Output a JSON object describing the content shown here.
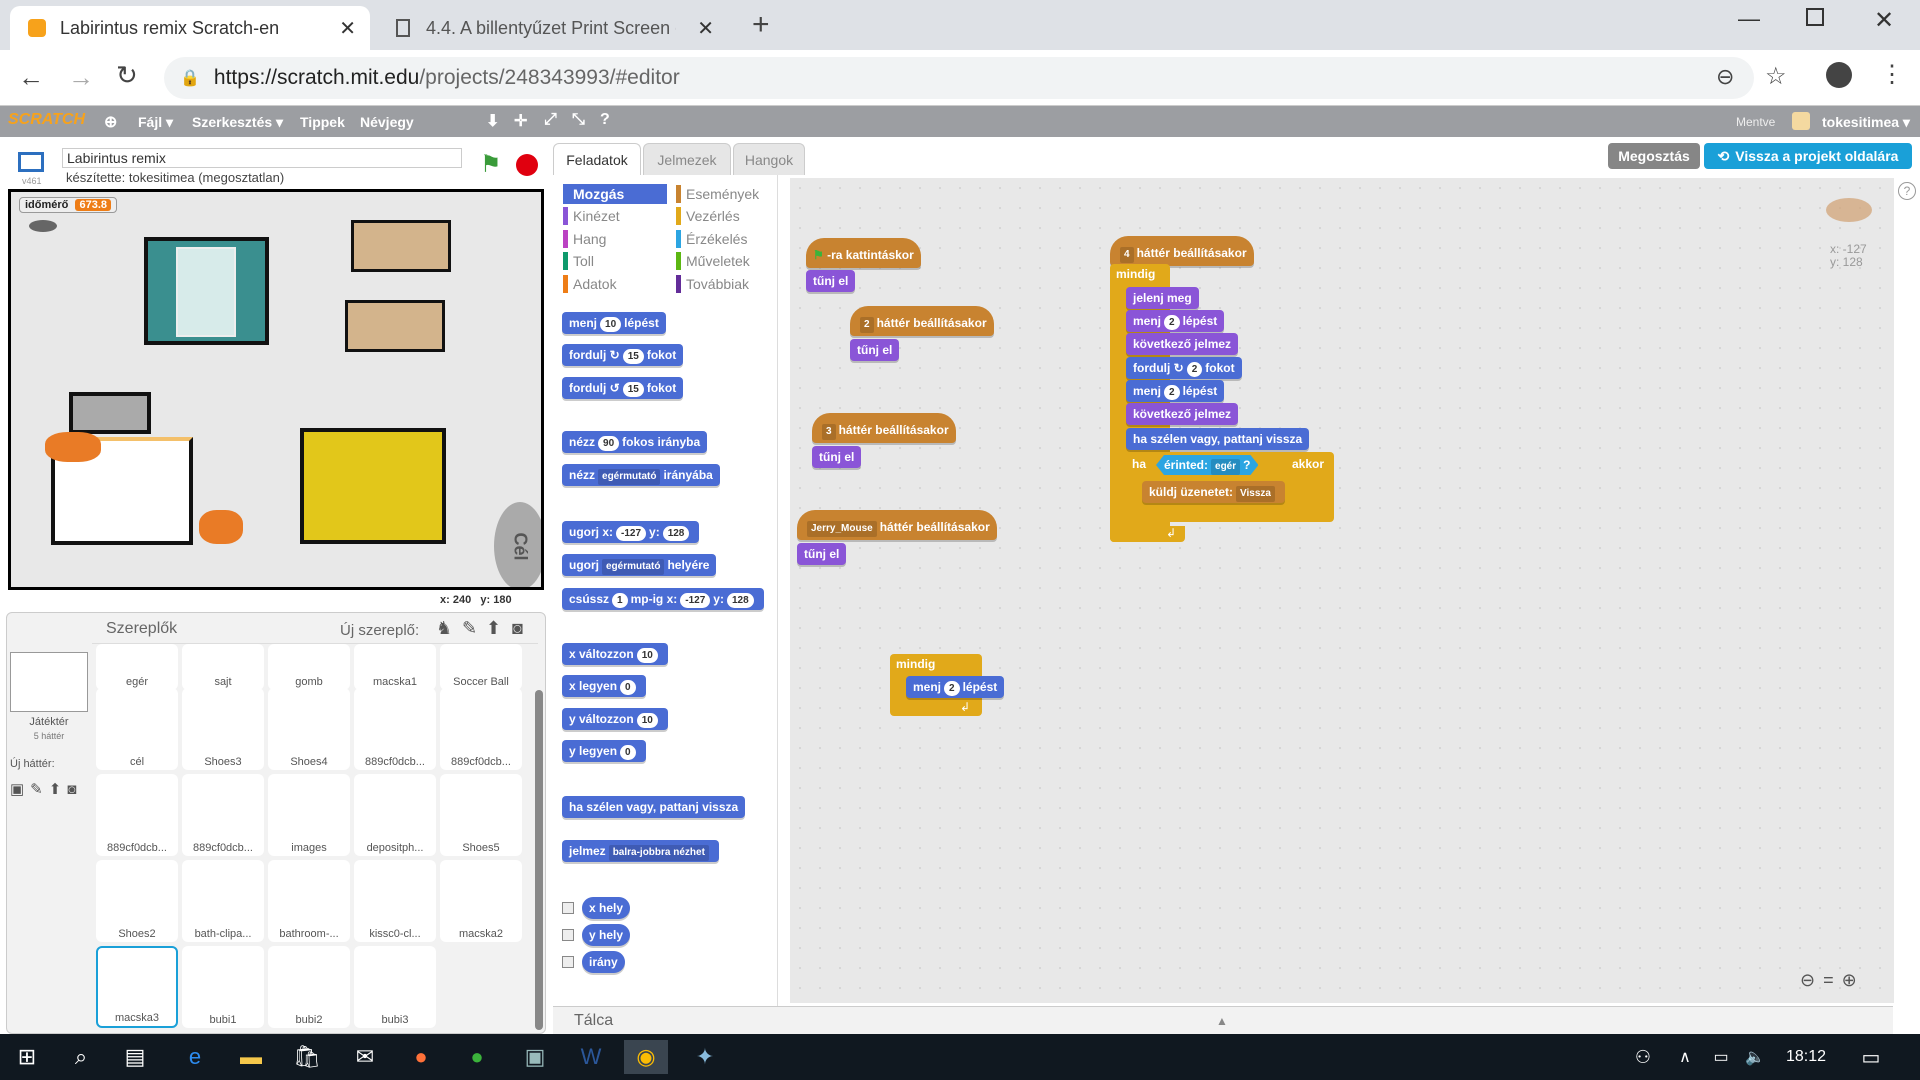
{
  "browser": {
    "tabs": [
      {
        "title": "Labirintus remix Scratch-en"
      },
      {
        "title": "4.4. A billentyűzet Print Screen gomb"
      }
    ],
    "url_host": "https://scratch.mit.edu",
    "url_path": "/projects/248343993/#editor"
  },
  "scratch_menu": {
    "logo": "SCRATCH",
    "file": "Fájl ▾",
    "edit": "Szerkesztés ▾",
    "tips": "Tippek",
    "about": "Névjegy",
    "saved": "Mentve",
    "user": "tokesitimea ▾",
    "share": "Megosztás",
    "back": "Vissza a projekt oldalára"
  },
  "project": {
    "title": "Labirintus remix",
    "author": "készítette: tokesitimea (megosztatlan)",
    "version": "v461"
  },
  "stage": {
    "var_name": "időmérő",
    "var_value": "673.8",
    "coords_x": "x: 240",
    "coords_y": "y: 180",
    "cel": "Cél"
  },
  "sprites_panel": {
    "title": "Szereplők",
    "new_sprite": "Új szereplő:",
    "backdrop_label": "Játéktér",
    "backdrop_count": "5 háttér",
    "new_backdrop": "Új háttér:",
    "sprites": [
      "egér",
      "sajt",
      "gomb",
      "macska1",
      "Soccer Ball",
      "cél",
      "Shoes3",
      "Shoes4",
      "889cf0dcb...",
      "889cf0dcb...",
      "889cf0dcb...",
      "889cf0dcb...",
      "images",
      "depositph...",
      "Shoes5",
      "Shoes2",
      "bath-clipa...",
      "bathroom-...",
      "kissc0-cl...",
      "macska2",
      "macska3",
      "bubi1",
      "bubi2",
      "bubi3"
    ]
  },
  "editor_tabs": {
    "scripts": "Feladatok",
    "costumes": "Jelmezek",
    "sounds": "Hangok"
  },
  "categories": {
    "motion": "Mozgás",
    "looks": "Kinézet",
    "sound": "Hang",
    "pen": "Toll",
    "data": "Adatok",
    "events": "Események",
    "control": "Vezérlés",
    "sensing": "Érzékelés",
    "operators": "Műveletek",
    "more": "Továbbiak"
  },
  "palette": {
    "move": "menj",
    "steps": "lépést",
    "turn_r": "fordulj",
    "degrees": "fokot",
    "point_dir": "nézz",
    "point_dir2": "fokos irányba",
    "point_towards": "nézz",
    "towards": "irányába",
    "mouse": "egérmutató",
    "goto_xy": "ugorj x:",
    "y": "y:",
    "goto": "ugorj",
    "goto2": "helyére",
    "glide": "csússz",
    "glide2": "mp-ig x:",
    "change_x": "x változzon",
    "set_x": "x legyen",
    "change_y": "y változzon",
    "set_y": "y legyen",
    "bounce": "ha szélen vagy, pattanj vissza",
    "rot": "jelmez",
    "rot_style": "balra-jobbra nézhet",
    "xpos": "x hely",
    "ypos": "y hely",
    "dir": "irány",
    "n10": "10",
    "n15": "15",
    "n90": "90",
    "n_127": "-127",
    "n128": "128",
    "n1": "1",
    "n0": "0"
  },
  "scripts": {
    "flag_hat": "-ra kattintáskor",
    "hide": "tűnj el",
    "bg_when": "háttér beállításakor",
    "b2": "2",
    "b3": "3",
    "b4": "4",
    "jerry": "Jerry_Mouse",
    "forever": "mindig",
    "show": "jelenj meg",
    "move": "menj",
    "steps": "lépést",
    "n2": "2",
    "next_costume": "következő jelmez",
    "turn": "fordulj",
    "degrees": "fokot",
    "bounce": "ha szélen vagy, pattanj vissza",
    "if": "ha",
    "touching": "érinted:",
    "mouse": "egér",
    "q": "?",
    "then": "akkor",
    "broadcast": "küldj üzenetet:",
    "msg": "Vissza"
  },
  "sprite_info": {
    "x": "x: -127",
    "y": "y: 128"
  },
  "backpack": "Tálca",
  "taskbar": {
    "time": "18:12"
  },
  "colors": {
    "motion": "#4a6cd4",
    "looks": "#8a55d7",
    "events": "#c88330",
    "control": "#e1a91a",
    "sensing": "#2ca5e2",
    "data": "#ee7d16"
  }
}
